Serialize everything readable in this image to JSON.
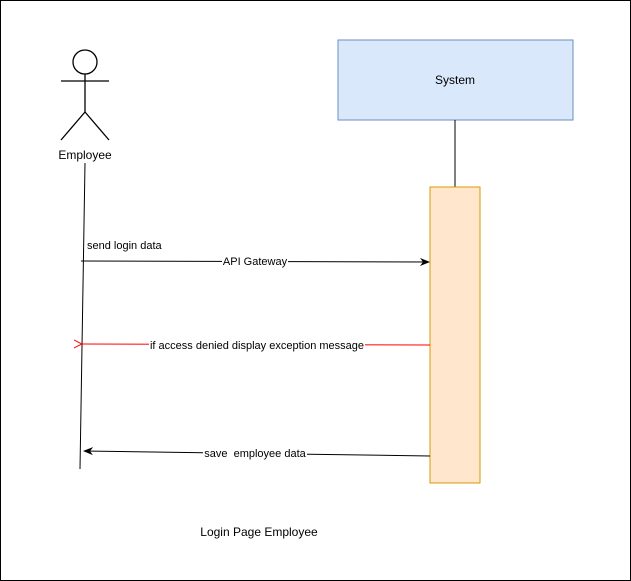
{
  "actor": {
    "label": "Employee"
  },
  "system": {
    "label": "System",
    "fill": "#dae8fc",
    "stroke": "#6c8ebf"
  },
  "activation": {
    "fill": "#ffe6cc",
    "stroke": "#d79b00"
  },
  "messages": [
    {
      "label": "send login data",
      "color": "#000000"
    },
    {
      "label": "API Gateway",
      "color": "#000000"
    },
    {
      "label": "if access denied display exception message",
      "color": "#ff0000"
    },
    {
      "label": "save  employee data",
      "color": "#000000"
    }
  ],
  "caption": "Login Page Employee"
}
